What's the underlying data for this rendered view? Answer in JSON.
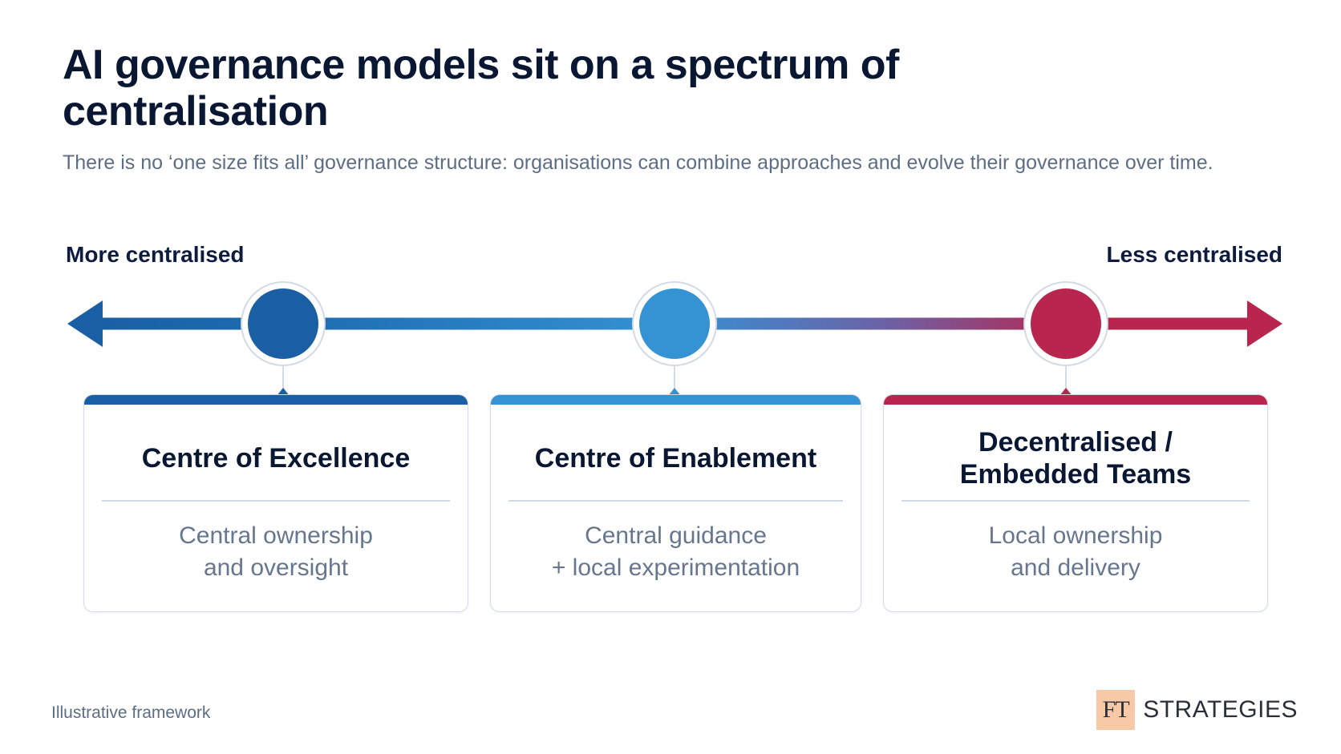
{
  "title": "AI governance models sit on a spectrum of centralisation",
  "subtitle": "There is no ‘one size fits all’ governance structure: organisations can combine approaches and evolve their governance over time.",
  "spectrum": {
    "left_label": "More centralised",
    "right_label": "Less centralised",
    "colors": {
      "dark_blue": "#1a5fa3",
      "light_blue": "#3592d3",
      "crimson": "#b8264e"
    }
  },
  "models": [
    {
      "title": "Centre of Excellence",
      "description": "Central ownership\nand oversight",
      "color": "#1a5fa3"
    },
    {
      "title": "Centre of Enablement",
      "description": "Central guidance\n+ local experimentation",
      "color": "#3592d3"
    },
    {
      "title": "Decentralised /\nEmbedded Teams",
      "description": "Local ownership\nand delivery",
      "color": "#b8264e"
    }
  ],
  "footnote": "Illustrative framework",
  "brand": {
    "mark": "FT",
    "name": "STRATEGIES",
    "mark_color": "#f7c9a6"
  }
}
